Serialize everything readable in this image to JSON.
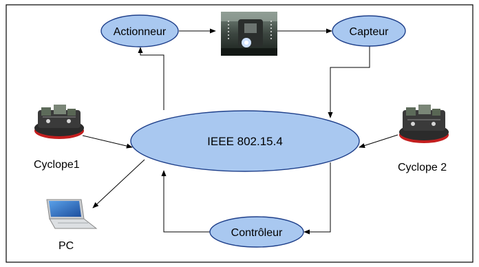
{
  "nodes": {
    "actionneur": "Actionneur",
    "capteur": "Capteur",
    "network": "IEEE 802.15.4",
    "controleur": "Contrôleur"
  },
  "labels": {
    "cyclope1": "Cyclope1",
    "cyclope2": "Cyclope 2",
    "pc": "PC"
  },
  "colors": {
    "ellipse_fill": "#a9c8f0",
    "ellipse_stroke": "#1e3f8a",
    "frame": "#000000",
    "robot_red": "#c41f1f"
  },
  "icons": {
    "robot_left": "robot-photo-icon",
    "robot_right": "robot-photo-icon",
    "camera_photo": "camera-photo-icon",
    "laptop": "laptop-icon"
  }
}
